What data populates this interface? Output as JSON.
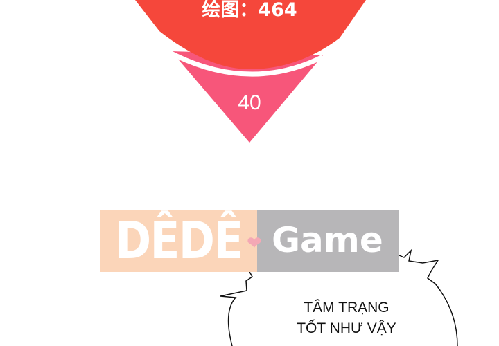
{
  "top_badge": {
    "caption": "绘图：464",
    "count": "40",
    "colors": {
      "red": "#f5473b",
      "pink": "#f7567a"
    }
  },
  "watermark": {
    "brand": "DÊDÊ",
    "heart_icon": "heart-icon",
    "game": "Game",
    "colors": {
      "left_bg": "#fbd5b9",
      "right_bg": "#b7b6b8",
      "heart": "#f4a8b5"
    }
  },
  "speech_bubble": {
    "line1": "TÂM TRẠNG",
    "line2": "TỐT NHƯ VẬY"
  }
}
